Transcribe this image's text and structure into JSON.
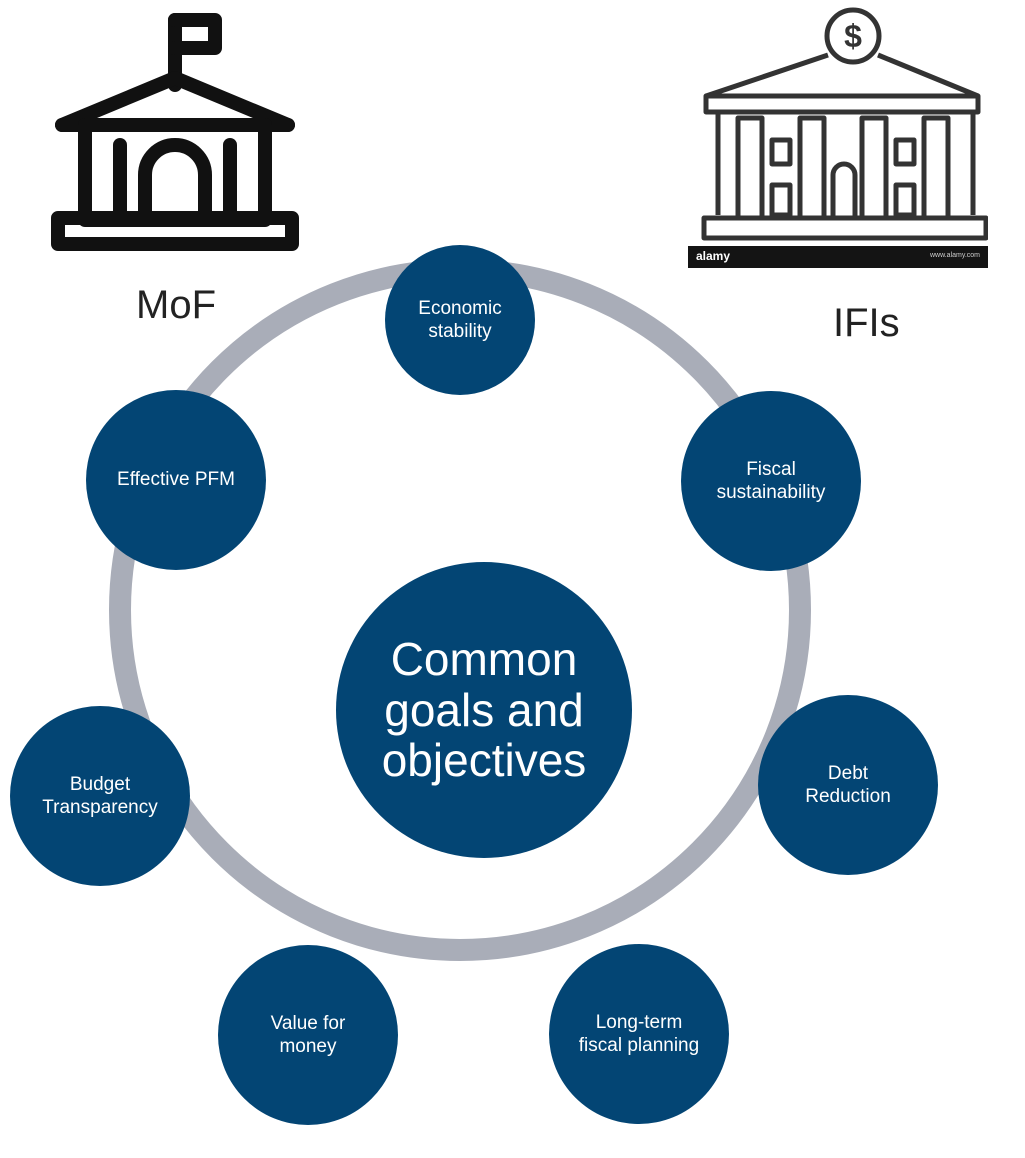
{
  "left_logo": {
    "caption": "MoF",
    "icon": "government-building-flag-icon"
  },
  "right_logo": {
    "caption": "IFIs",
    "icon": "bank-dollar-building-icon",
    "watermark_brand": "alamy",
    "watermark_small": "www.alamy.com"
  },
  "center": {
    "label": "Common\ngoals and\nobjectives"
  },
  "goals": [
    {
      "label": "Economic\nstability"
    },
    {
      "label": "Fiscal\nsustainability"
    },
    {
      "label": "Debt\nReduction"
    },
    {
      "label": "Long-term\nfiscal planning"
    },
    {
      "label": "Value for\nmoney"
    },
    {
      "label": "Budget\nTransparency"
    },
    {
      "label": "Effective PFM"
    }
  ],
  "colors": {
    "node_fill": "#034574",
    "ring": "#a9adb8",
    "text_light": "#ffffff",
    "icon_stroke": "#111111"
  }
}
